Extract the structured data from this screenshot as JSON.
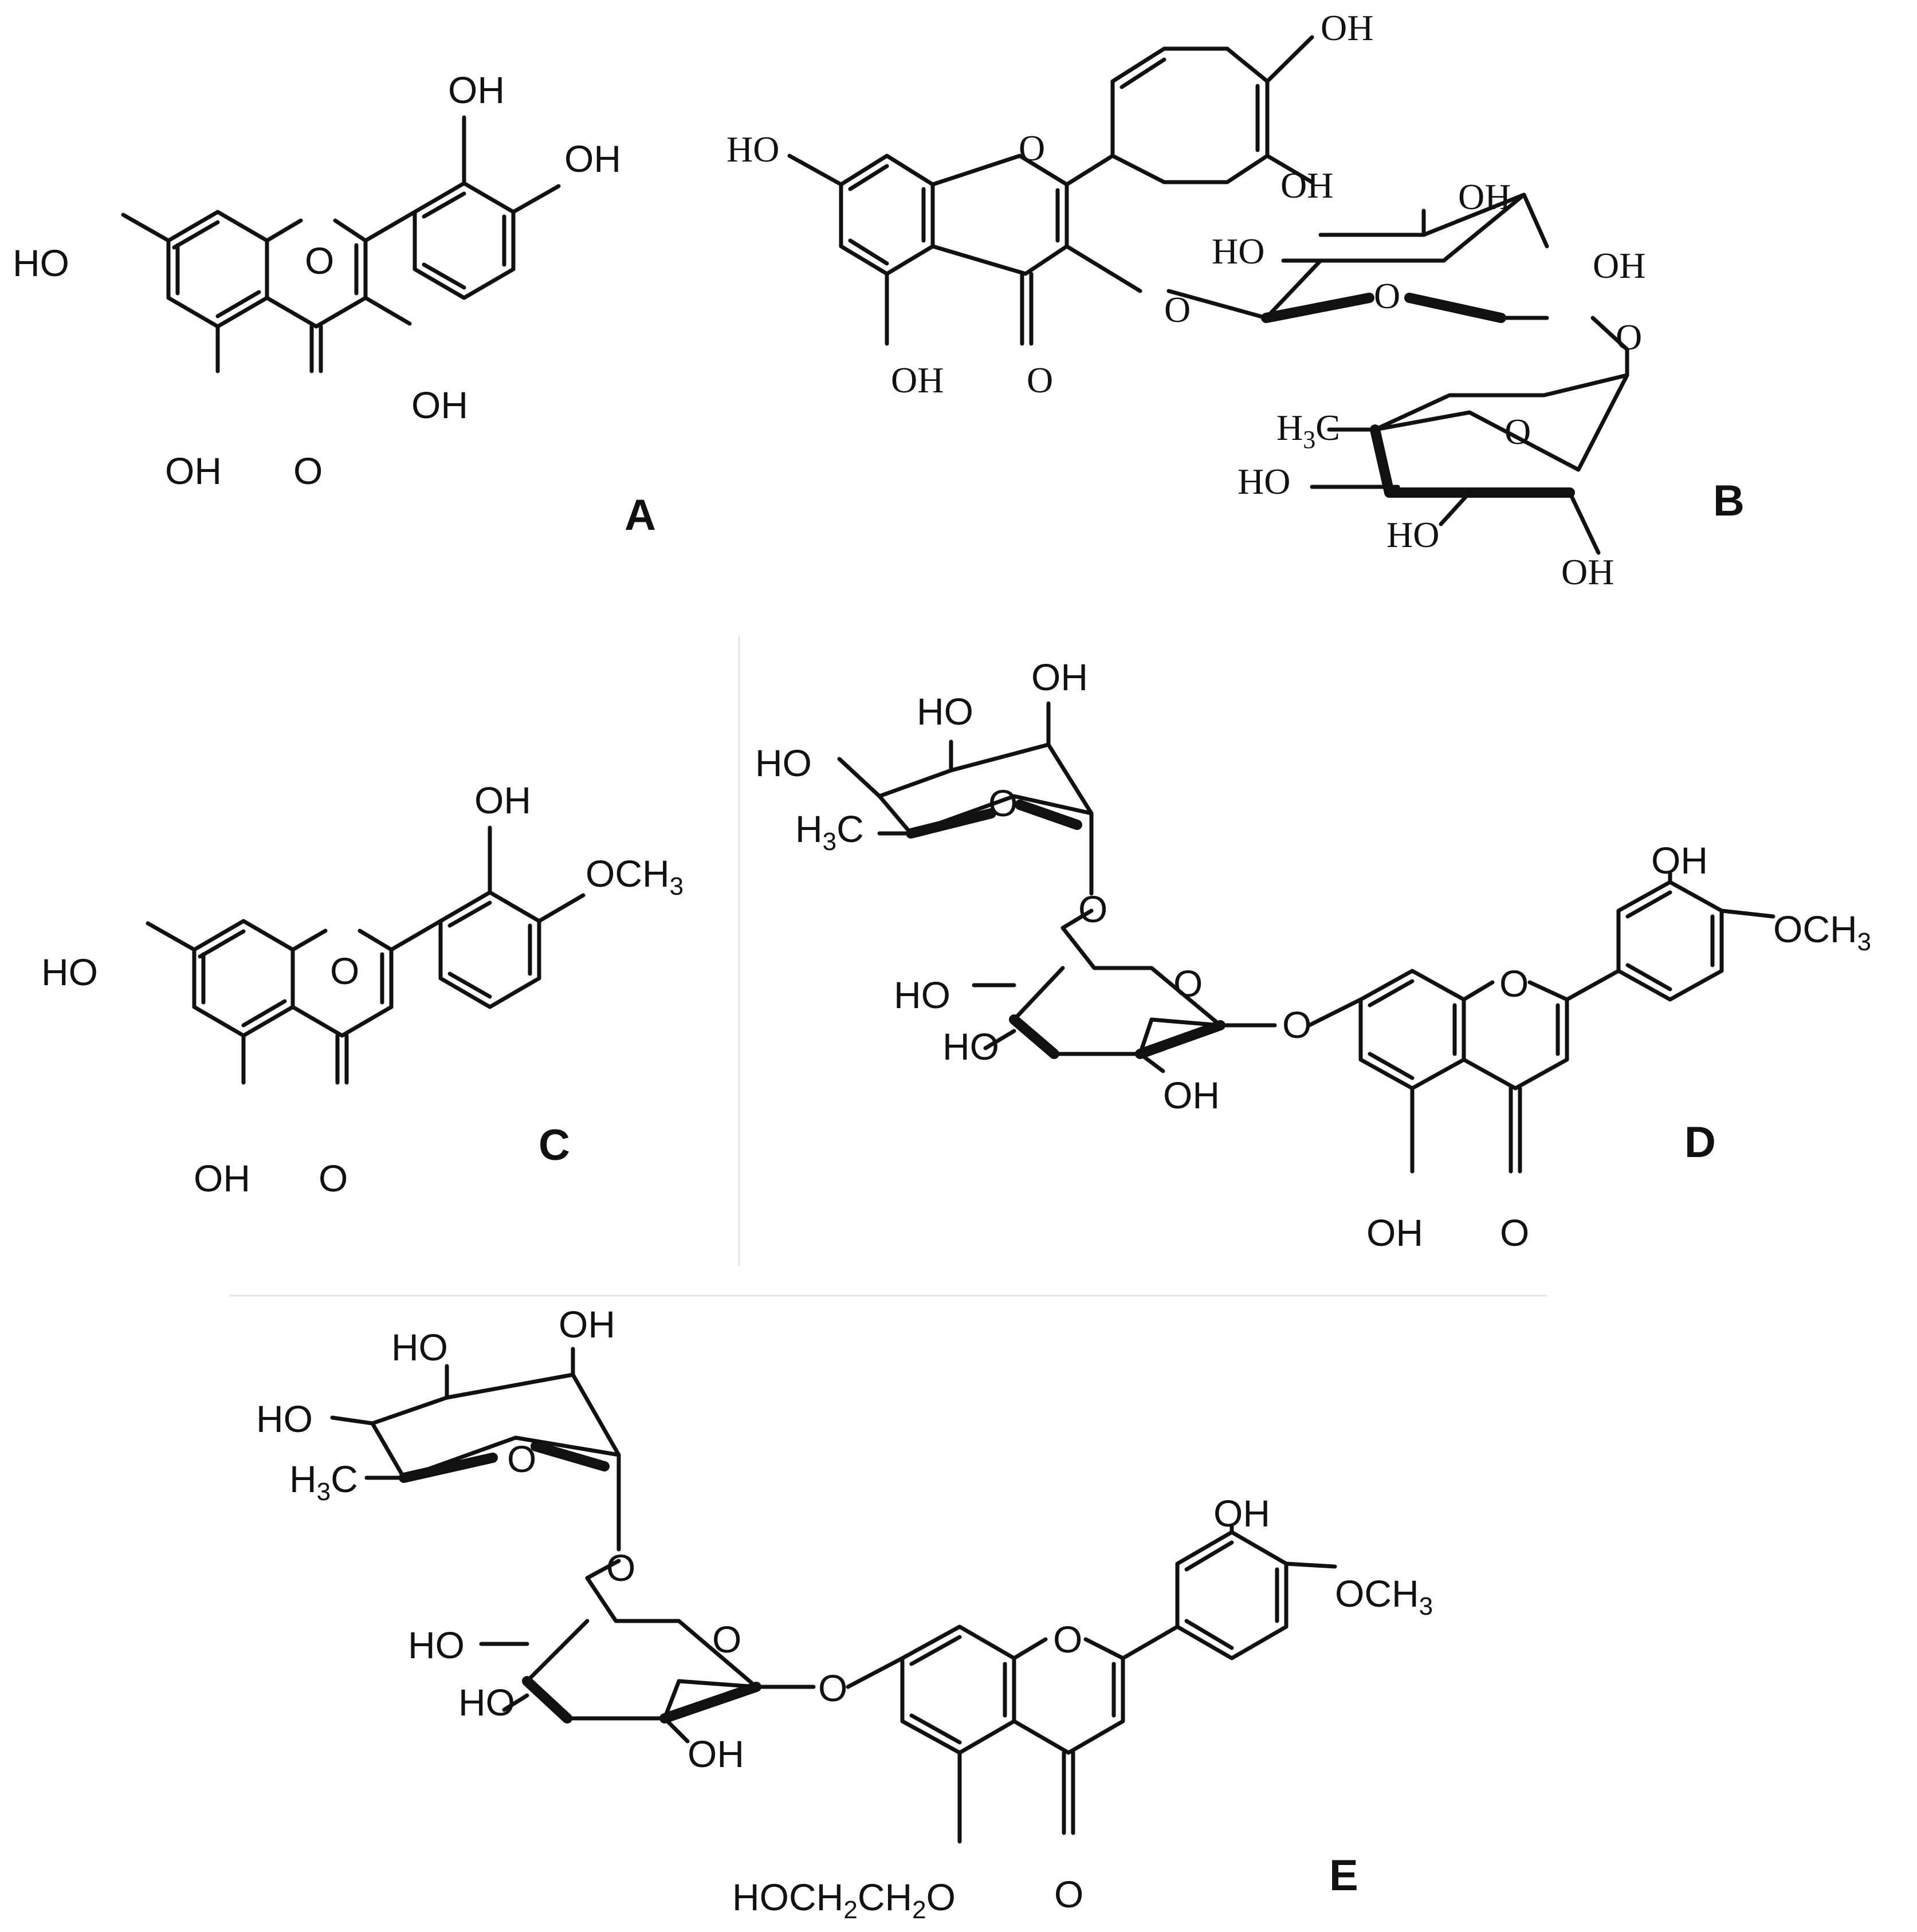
{
  "panels": {
    "A": {
      "label": "A",
      "atoms": {
        "oh_top": "OH",
        "oh_right": "OH",
        "ho_left": "HO",
        "o_ring": "O",
        "oh_3": "OH",
        "oh_5": "OH",
        "o_keto": "O"
      }
    },
    "B": {
      "label": "B",
      "atoms": {
        "oh_top": "OH",
        "oh_right": "OH",
        "ho_left": "HO",
        "o_ring": "O",
        "oh_5": "OH",
        "o_keto": "O",
        "o_glyco": "O",
        "glc_oh_top": "OH",
        "glc_ho_left": "HO",
        "glc_oh_right": "OH",
        "glc_o_ring": "O",
        "o_link": "O",
        "rha_h3c": "H",
        "rha_h3c_c": "C",
        "rha_o_ring": "O",
        "rha_ho_left": "HO",
        "rha_ho_bottom": "HO",
        "rha_oh_bottom": "OH"
      }
    },
    "C": {
      "label": "C",
      "atoms": {
        "oh_top": "OH",
        "och3": "OCH",
        "ho_left": "HO",
        "o_ring": "O",
        "oh_5": "OH",
        "o_keto": "O"
      }
    },
    "D": {
      "label": "D",
      "atoms": {
        "rha_oh_top": "OH",
        "rha_ho_mid": "HO",
        "rha_ho_left": "HO",
        "rha_h3c": "H",
        "rha_h3c_c": "C",
        "rha_o_ring": "O",
        "o_link": "O",
        "glc_o_ring": "O",
        "glc_ho_1": "HO",
        "glc_ho_2": "HO",
        "glc_oh": "OH",
        "o_glyco": "O",
        "o_ring": "O",
        "oh_top": "OH",
        "och3": "OCH",
        "oh_5": "OH",
        "o_keto": "O"
      }
    },
    "E": {
      "label": "E",
      "atoms": {
        "rha_oh_top": "OH",
        "rha_ho_mid": "HO",
        "rha_ho_left": "HO",
        "rha_h3c": "H",
        "rha_h3c_c": "C",
        "rha_o_ring": "O",
        "o_link": "O",
        "glc_o_ring": "O",
        "glc_ho_1": "HO",
        "glc_ho_2": "HO",
        "glc_oh": "OH",
        "o_glyco": "O",
        "o_ring": "O",
        "oh_top": "OH",
        "och3": "OCH",
        "o_keto": "O",
        "hoch2ch2o_a": "HOCH",
        "hoch2ch2o_b": "CH",
        "hoch2ch2o_c": "O"
      }
    }
  },
  "subscripts": {
    "three": "3",
    "two": "2"
  }
}
